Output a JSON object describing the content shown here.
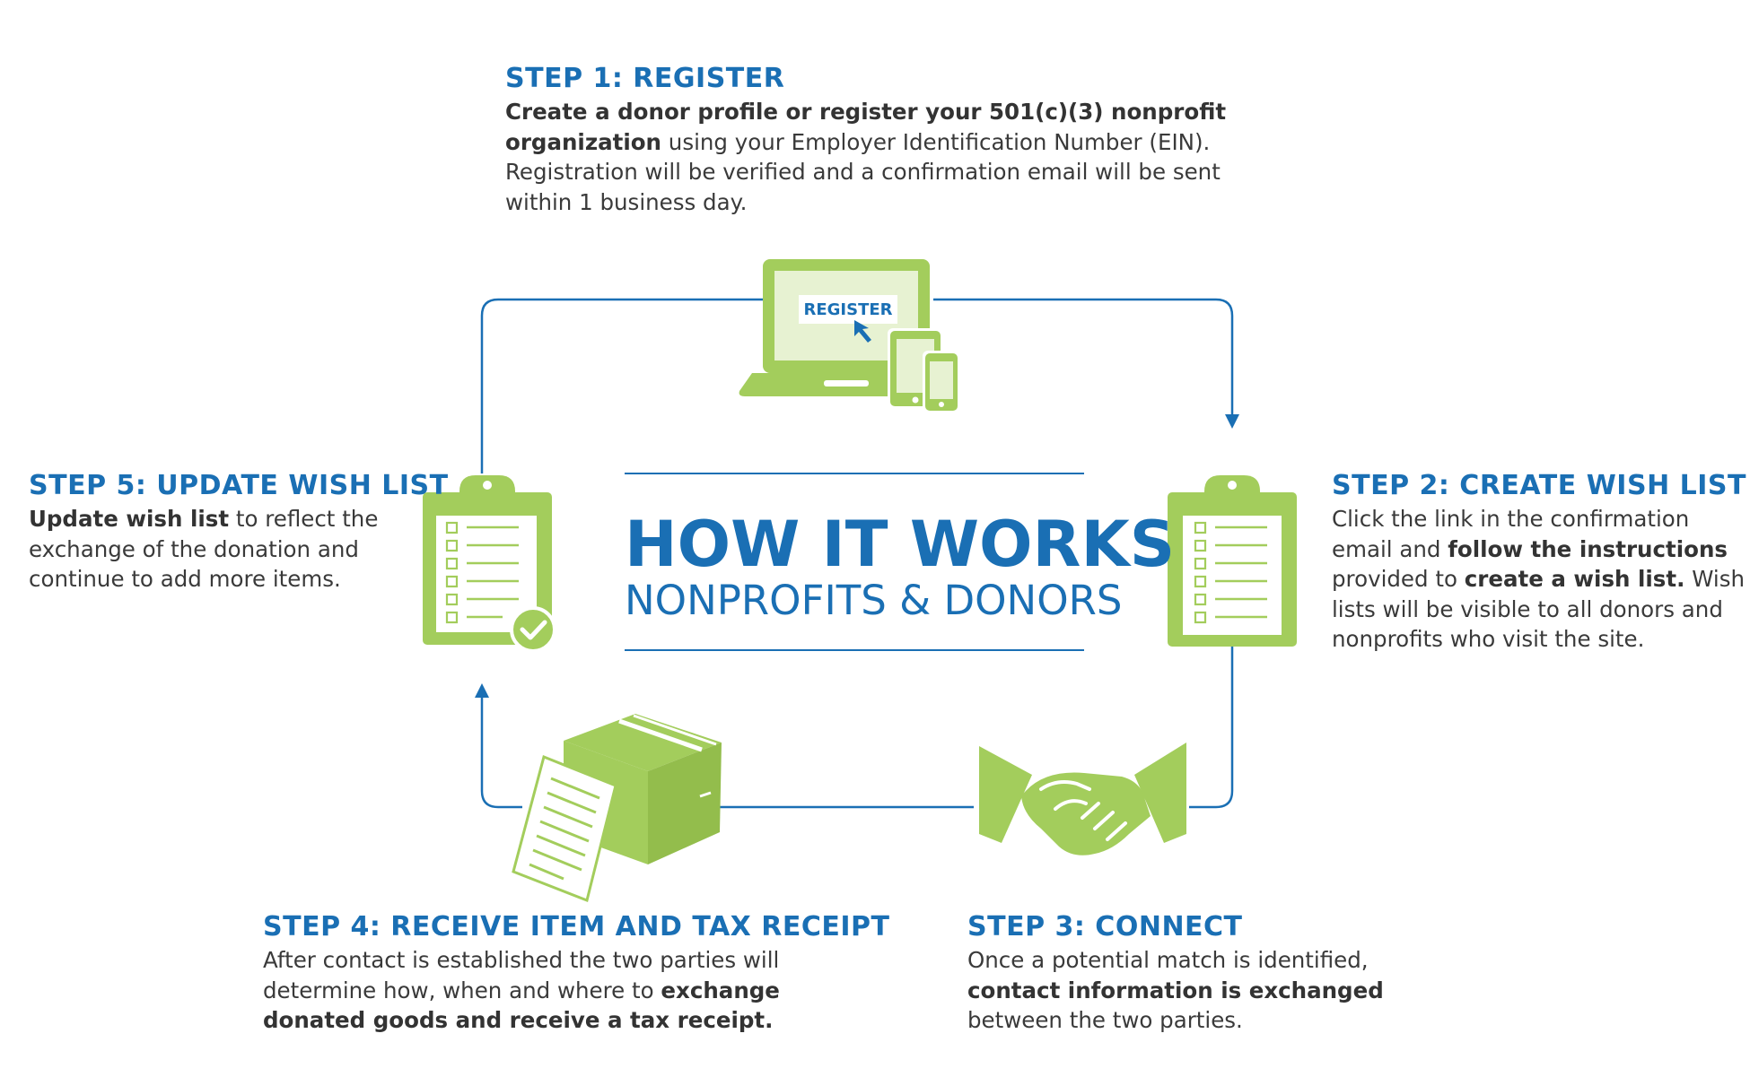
{
  "steps": {
    "step1": {
      "title": "STEP 1: REGISTER",
      "lines": [
        [
          {
            "t": "Create a donor profile or register your 501(c)(3) nonprofit",
            "b": true
          }
        ],
        [
          {
            "t": "organization",
            "b": true
          },
          {
            "t": " using your Employer Identification Number (EIN).",
            "b": false
          }
        ],
        [
          {
            "t": "Registration will be verified and a confirmation email will be sent",
            "b": false
          }
        ],
        [
          {
            "t": "within 1 business day.",
            "b": false
          }
        ]
      ]
    },
    "step2": {
      "title": "STEP 2: CREATE WISH LIST",
      "lines": [
        [
          {
            "t": "Click the link in the confirmation",
            "b": false
          }
        ],
        [
          {
            "t": "email and ",
            "b": false
          },
          {
            "t": "follow the instructions",
            "b": true
          }
        ],
        [
          {
            "t": "provided to ",
            "b": false
          },
          {
            "t": "create a wish list.",
            "b": true
          },
          {
            "t": " Wish",
            "b": false
          }
        ],
        [
          {
            "t": "lists will be visible to all donors and",
            "b": false
          }
        ],
        [
          {
            "t": "nonprofits who visit the site.",
            "b": false
          }
        ]
      ]
    },
    "step3": {
      "title": "STEP 3: CONNECT",
      "lines": [
        [
          {
            "t": "Once a potential match is identified,",
            "b": false
          }
        ],
        [
          {
            "t": "contact information is exchanged",
            "b": true
          }
        ],
        [
          {
            "t": "between the two parties.",
            "b": false
          }
        ]
      ]
    },
    "step4": {
      "title": "STEP 4: RECEIVE ITEM AND TAX RECEIPT",
      "lines": [
        [
          {
            "t": "After contact is established the two parties will",
            "b": false
          }
        ],
        [
          {
            "t": "determine how, when and where to ",
            "b": false
          },
          {
            "t": "exchange",
            "b": true
          }
        ],
        [
          {
            "t": "donated goods and receive a tax receipt.",
            "b": true
          }
        ]
      ]
    },
    "step5": {
      "title": "STEP 5: UPDATE WISH LIST",
      "lines": [
        [
          {
            "t": "Update wish list",
            "b": true
          },
          {
            "t": " to reflect the",
            "b": false
          }
        ],
        [
          {
            "t": "exchange of the donation and",
            "b": false
          }
        ],
        [
          {
            "t": "continue to add more items.",
            "b": false
          }
        ]
      ]
    }
  },
  "center": {
    "title": "HOW IT WORKS",
    "subtitle": "NONPROFITS & DONORS"
  },
  "icons": {
    "laptop": {
      "name": "laptop-devices-icon",
      "screen_label": "REGISTER"
    },
    "clipboard_right": {
      "name": "clipboard-list-icon"
    },
    "clipboard_left": {
      "name": "clipboard-check-icon"
    },
    "handshake": {
      "name": "handshake-icon"
    },
    "package": {
      "name": "package-receipt-icon"
    }
  },
  "colors": {
    "accent_blue": "#1a6fb4",
    "icon_green": "#a3cd5c",
    "text_gray": "#3a3a3a"
  }
}
